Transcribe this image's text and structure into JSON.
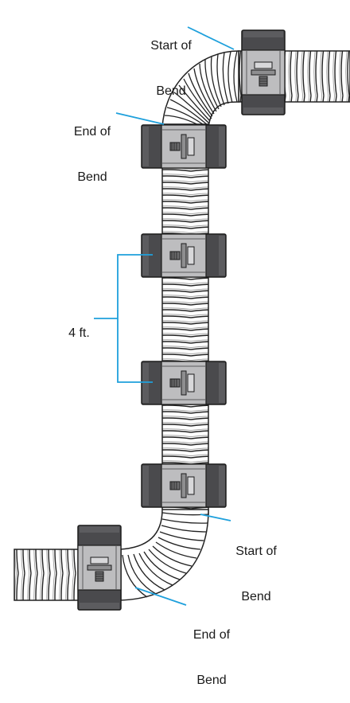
{
  "labels": {
    "start_top": [
      "Start of",
      "Bend"
    ],
    "end_top": [
      "End of",
      "Bend"
    ],
    "spacing": "4 ft.",
    "start_bottom": [
      "Start of",
      "Bend"
    ],
    "end_bottom": [
      "End of",
      "Bend"
    ]
  },
  "colors": {
    "leader": "#1ea0dc",
    "pipe_fill": "#ffffff",
    "pipe_stroke": "#222222",
    "hanger_dark": "#4a4a4d",
    "hanger_light": "#bdbdbf",
    "hanger_mid": "#8e8e90"
  },
  "icons": [
    "corrugated-pipe",
    "pipe-hanger-clamp"
  ]
}
